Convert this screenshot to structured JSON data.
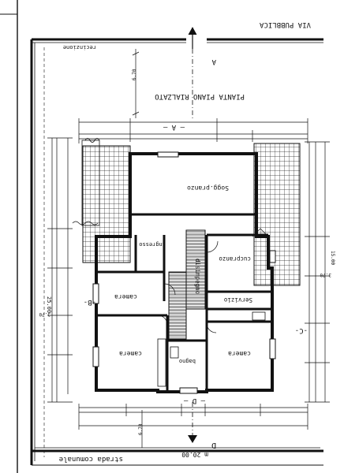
{
  "header": {
    "street": "VIA PUBBLICA",
    "fence": "recinzione",
    "title": "PIANTA PIANO RIALZATO",
    "marker_a": "A"
  },
  "sections": {
    "a_mid": "— A —",
    "b_left": "-B-",
    "c_right": "-C-",
    "d_bottom": "— D —",
    "d_lower": "D"
  },
  "rooms": {
    "soggiorno": "Sogg.pranzo",
    "ingresso": "ingresso",
    "cucina": "cucpranzo",
    "disimpegno": "disimpegno",
    "servizio": "Servizio",
    "camera_1": "camera",
    "camera_2": "camera",
    "camera_3": "camera",
    "bagno": "bagno"
  },
  "footer": {
    "road": "strada comunale",
    "road_width": "m 20.00"
  },
  "dimensions": {
    "vertical_top": "6.70",
    "vertical_bottom": "6.70",
    "left_total": "25.00",
    "right_total": "15.00",
    "b_mark": "3.70",
    "c_mark": "3.70"
  }
}
